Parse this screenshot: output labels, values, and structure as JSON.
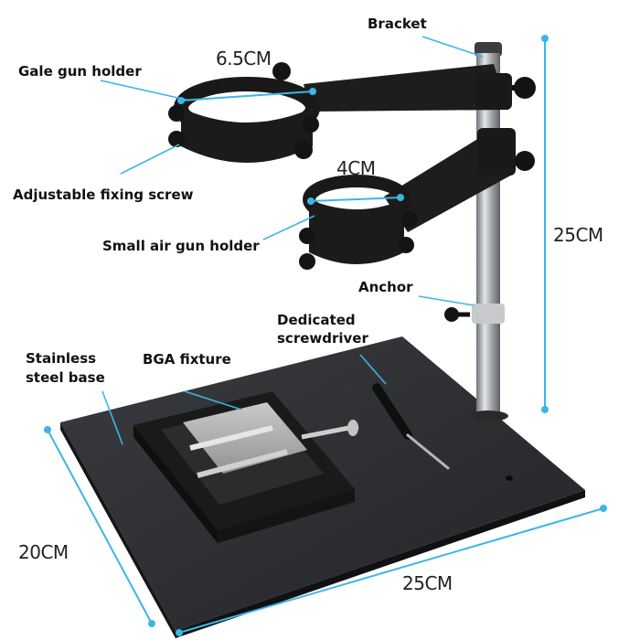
{
  "callouts": {
    "bracket": "Bracket",
    "gale_gun_holder": "Gale gun holder",
    "adjustable_fixing_screw": "Adjustable fixing screw",
    "small_air_gun_holder": "Small air gun holder",
    "anchor": "Anchor",
    "dedicated_screwdriver_line1": "Dedicated",
    "dedicated_screwdriver_line2": "screwdriver",
    "stainless_steel_base_line1": "Stainless",
    "stainless_steel_base_line2": "steel base",
    "bga_fixture": "BGA fixture"
  },
  "dimensions": {
    "large_holder_diameter": "6.5CM",
    "small_holder_diameter": "4CM",
    "height": "25CM",
    "base_width": "20CM",
    "base_length": "25CM"
  },
  "colors": {
    "dimension_line": "#3bb6e6",
    "metal_dark": "#1e1e1e",
    "base": "#2a2b2e",
    "rod": "#b9bcc0"
  }
}
